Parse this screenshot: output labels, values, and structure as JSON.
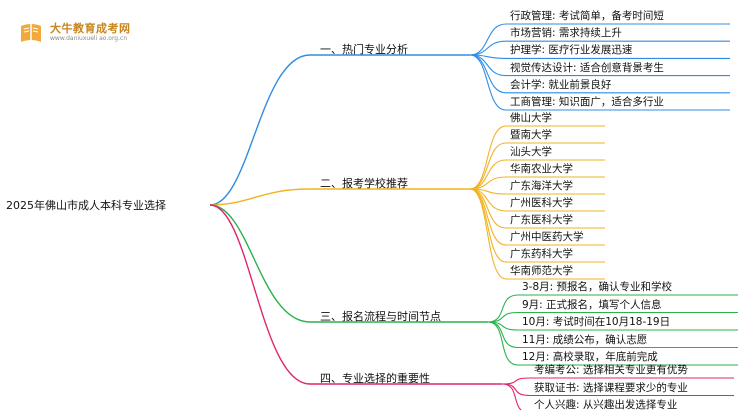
{
  "logo": {
    "name": "大牛教育成考网",
    "url": "www.daniuxueli ao.org.cn",
    "icon": "book-icon",
    "color": "#f2a93b"
  },
  "root": "2025年佛山市成人本科专业选择",
  "branches": [
    {
      "label": "一、热门专业分析",
      "color": "#2f8de4",
      "leaves": [
        "行政管理: 考试简单，备考时间短",
        "市场营销: 需求持续上升",
        "护理学: 医疗行业发展迅速",
        "视觉传达设计: 适合创意背景考生",
        "会计学: 就业前景良好",
        "工商管理: 知识面广，适合多行业"
      ]
    },
    {
      "label": "二、报考学校推荐",
      "color": "#f2b323",
      "leaves": [
        "佛山大学",
        "暨南大学",
        "汕头大学",
        "华南农业大学",
        "广东海洋大学",
        "广州医科大学",
        "广东医科大学",
        "广州中医药大学",
        "广东药科大学",
        "华南师范大学"
      ]
    },
    {
      "label": "三、报名流程与时间节点",
      "color": "#2bb24c",
      "leaves": [
        "3-8月: 预报名，确认专业和学校",
        "9月: 正式报名，填写个人信息",
        "10月: 考试时间在10月18-19日",
        "11月: 成绩公布，确认志愿",
        "12月: 高校录取，年底前完成"
      ]
    },
    {
      "label": "四、专业选择的重要性",
      "color": "#e0246f",
      "leaves": [
        "考编考公: 选择相关专业更有优势",
        "获取证书: 选择课程要求少的专业",
        "个人兴趣: 从兴趣出发选择专业"
      ]
    }
  ]
}
